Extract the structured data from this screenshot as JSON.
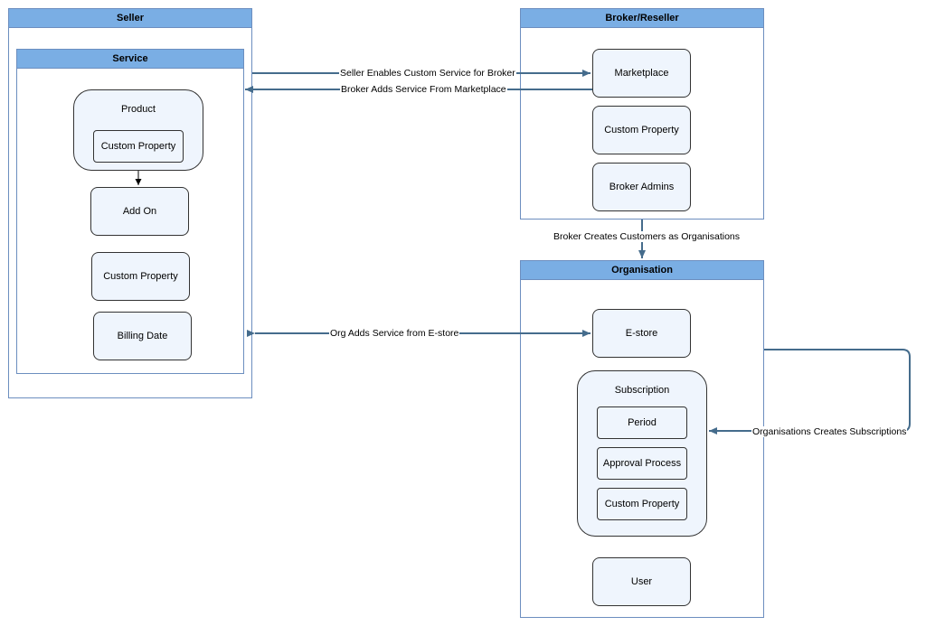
{
  "seller": {
    "title": "Seller",
    "service": {
      "title": "Service",
      "product": {
        "label": "Product",
        "custom_property": "Custom Property"
      },
      "add_on": "Add On",
      "custom_property": "Custom Property",
      "billing_date": "Billing Date"
    }
  },
  "broker": {
    "title": "Broker/Reseller",
    "marketplace": "Marketplace",
    "custom_property": "Custom Property",
    "broker_admins": "Broker Admins"
  },
  "organisation": {
    "title": "Organisation",
    "estore": "E-store",
    "subscription": {
      "label": "Subscription",
      "period": "Period",
      "approval_process": "Approval Process",
      "custom_property": "Custom Property"
    },
    "user": "User"
  },
  "edges": {
    "seller_enables": "Seller Enables Custom Service for Broker",
    "broker_adds": "Broker Adds Service From Marketplace",
    "broker_creates": "Broker Creates Customers as Organisations",
    "org_adds": "Org Adds Service from E-store",
    "org_creates_subs": "Organisations Creates Subscriptions"
  },
  "colors": {
    "container_border": "#6c8ebf",
    "header_fill": "#7aaee4",
    "node_fill": "#eff5fd",
    "edge": "#456c8c"
  }
}
